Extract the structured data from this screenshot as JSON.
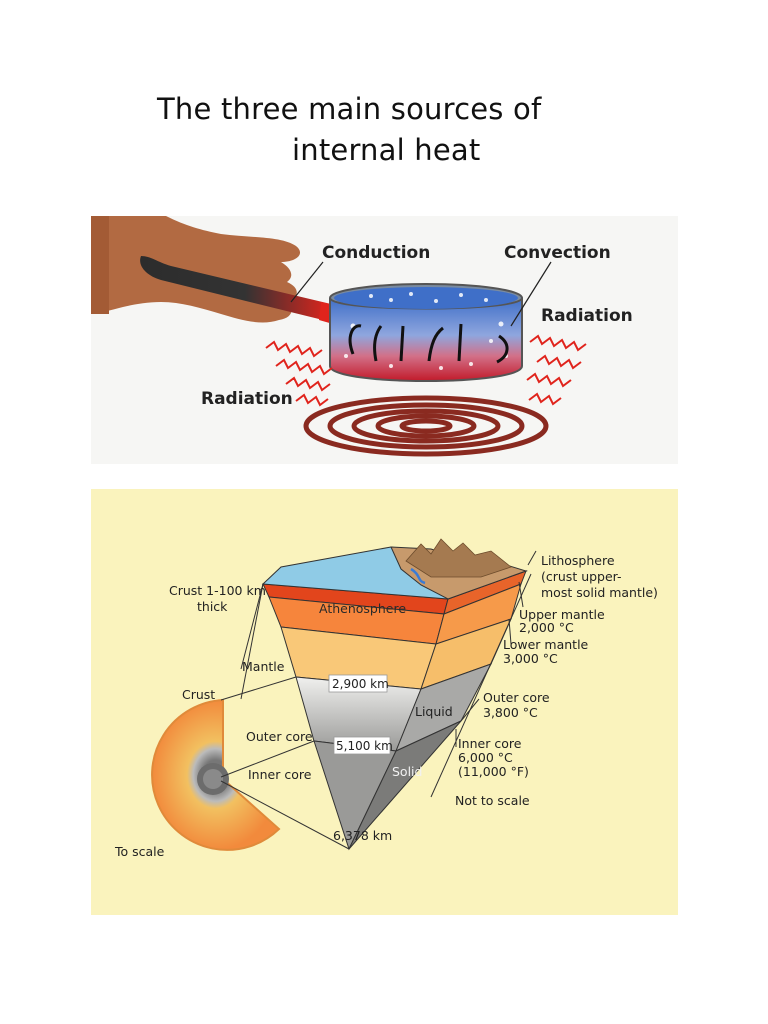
{
  "document": {
    "title_line1": "The three main sources of",
    "title_line2": "internal heat"
  },
  "heat_transfer": {
    "labels": {
      "conduction": "Conduction",
      "convection": "Convection",
      "radiation_right": "Radiation",
      "radiation_left": "Radiation"
    }
  },
  "earth_layers": {
    "labels": {
      "lithosphere": "Lithosphere",
      "lithosphere_note1": "(crust upper-",
      "lithosphere_note2": "most solid mantle)",
      "crust_thickness1": "Crust 1-100 km",
      "crust_thickness2": "thick",
      "athenosphere": "Athenosphere",
      "upper_mantle": "Upper mantle",
      "upper_mantle_temp": "2,000 °C",
      "lower_mantle": "Lower mantle",
      "lower_mantle_temp": "3,000 °C",
      "mantle": "Mantle",
      "depth_2900": "2,900 km",
      "crust": "Crust",
      "liquid": "Liquid",
      "outer_core_right": "Outer core",
      "outer_core_temp": "3,800 °C",
      "outer_core_left": "Outer core",
      "depth_5100": "5,100 km",
      "inner_core_right": "Inner core",
      "inner_core_temp_c": "6,000 °C",
      "inner_core_temp_f": "(11,000 °F)",
      "solid": "Solid",
      "inner_core_left": "Inner core",
      "not_to_scale": "Not to scale",
      "depth_6378": "6,378 km",
      "to_scale": "To scale"
    }
  }
}
